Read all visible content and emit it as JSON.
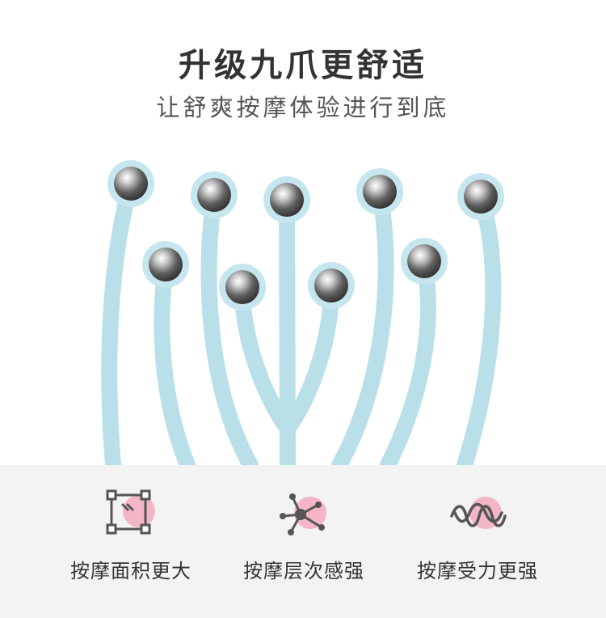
{
  "header": {
    "title": "升级九爪更舒适",
    "subtitle": "让舒爽按摩体验进行到底"
  },
  "colors": {
    "claw_blue": "#b9e0e9",
    "accent_pink": "#f4b6c6",
    "icon_gray": "#555555",
    "text_dark": "#333333"
  },
  "features": [
    {
      "label": "按摩面积更大",
      "icon": "area-frame-icon"
    },
    {
      "label": "按摩层次感强",
      "icon": "network-nodes-icon"
    },
    {
      "label": "按摩受力更强",
      "icon": "wave-force-icon"
    }
  ]
}
